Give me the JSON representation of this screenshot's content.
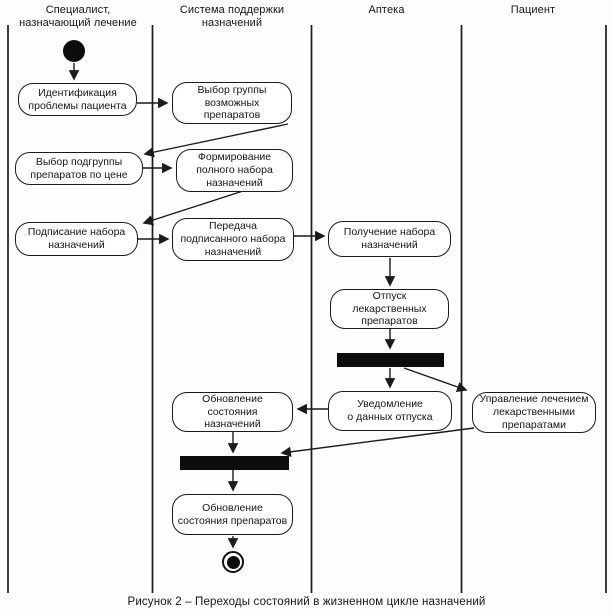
{
  "caption": "Рисунок 2 – Переходы состояний в жизненном цикле назначений",
  "lanes": [
    {
      "id": "specialist",
      "title": "Специалист,\nназначающий лечение"
    },
    {
      "id": "support-system",
      "title": "Система поддержки\nназначений"
    },
    {
      "id": "pharmacy",
      "title": "Аптека"
    },
    {
      "id": "patient",
      "title": "Пациент"
    }
  ],
  "nodes": [
    {
      "id": "identify-problem",
      "label": "Идентификация\nпроблемы пациента"
    },
    {
      "id": "select-group",
      "label": "Выбор группы\nвозможных\nпрепаратов"
    },
    {
      "id": "select-subgroup",
      "label": "Выбор подгруппы\nпрепаратов по цене"
    },
    {
      "id": "form-full-set",
      "label": "Формирование\nполного набора\nназначений"
    },
    {
      "id": "sign-set",
      "label": "Подписание набора\nназначений"
    },
    {
      "id": "transfer-signed-set",
      "label": "Передача\nподписанного набора\nназначений"
    },
    {
      "id": "receive-set",
      "label": "Получение набора\nназначений"
    },
    {
      "id": "dispense-drugs",
      "label": "Отпуск\nлекарственных\nпрепаратов"
    },
    {
      "id": "dispense-notification",
      "label": "Уведомление\nо данных отпуска"
    },
    {
      "id": "manage-treatment",
      "label": "Управление лечением\nлекарственными\nпрепаратами"
    },
    {
      "id": "update-prescription-state",
      "label": "Обновление\nсостояния\nназначений"
    },
    {
      "id": "update-drug-state",
      "label": "Обновление\nсостояния препаратов"
    }
  ],
  "colors": {
    "line": "#1b1b1b",
    "node_fill": "#ffffff",
    "bar": "#0d0d0d",
    "background": "#fdfdfc",
    "text": "#161616"
  }
}
